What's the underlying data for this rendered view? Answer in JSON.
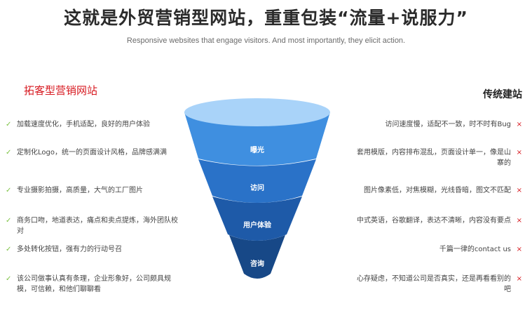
{
  "header": {
    "title": "这就是外贸营销型网站，重重包装“流量+说服力”",
    "subtitle": "Responsive websites that engage visitors. And most importantly, they elicit action."
  },
  "left": {
    "title": "拓客型营销网站",
    "items": [
      "加载速度优化，手机适配，良好的用户体验",
      "定制化Logo，统一的页面设计风格，品牌感满满",
      "专业摄影拍摄，高质量，大气的工厂图片",
      "商务口吻，地道表达，痛点和卖点提炼，海外团队校对",
      "多处转化按钮，强有力的行动号召",
      "该公司做事认真有条理，企业形象好，公司颇具规模，可信赖，和他们聊聊看"
    ]
  },
  "right": {
    "title": "传统建站",
    "items": [
      "访问速度慢，适配不一致，时不时有Bug",
      "套用模版，内容排布混乱，页面设计单一，像是山寨的",
      "图片像素低，对焦模糊，光线昏暗，图文不匹配",
      "中式英语，谷歌翻译，表达不清晰，内容没有要点",
      "千篇一律的contact us",
      "心存疑虑，不知道公司是否真实，还是再看看别的吧"
    ]
  },
  "funnel": {
    "stages": [
      "曝光",
      "访问",
      "用户体验",
      "咨询"
    ],
    "colors": {
      "top": "#a9d3f9",
      "stage1": "#3f8fe0",
      "stage2": "#2a72c8",
      "stage3": "#1e5aa8",
      "stage4": "#174887"
    }
  },
  "colors": {
    "check": "#7cc242",
    "cross": "#d71920",
    "accent_red": "#d71920"
  },
  "icons": {
    "check": "check-icon",
    "cross": "cross-icon"
  },
  "glyphs": {
    "check": "✓",
    "cross": "×"
  }
}
